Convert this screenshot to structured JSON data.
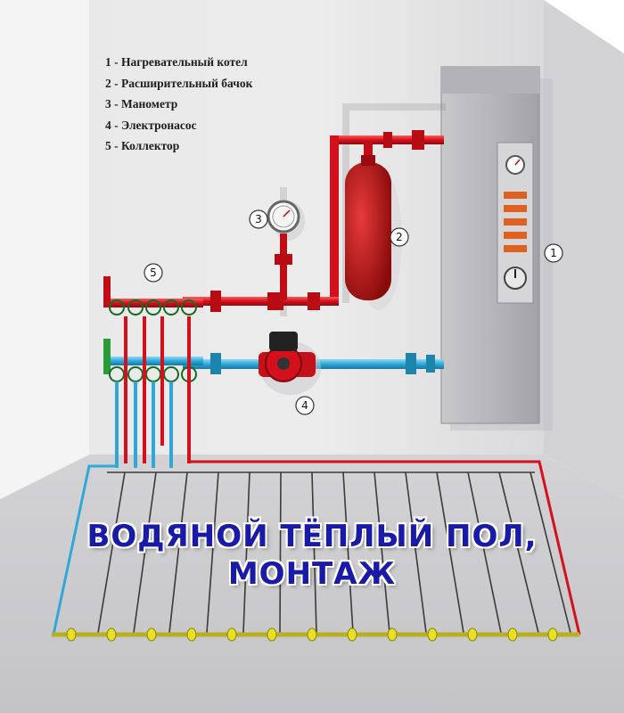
{
  "legend": [
    "1 - Нагревательный котел",
    "2 - Расширительный бачок",
    "3 - Манометр",
    "4 - Электронасос",
    "5 - Коллектор"
  ],
  "callouts": {
    "boiler": "1",
    "tank": "2",
    "gauge": "3",
    "pump": "4",
    "manifold": "5"
  },
  "title": {
    "line1": "ВОДЯНОЙ ТЁПЛЫЙ ПОЛ,",
    "line2": "МОНТАЖ"
  },
  "colors": {
    "supply_pipe": "#d4101c",
    "return_pipe": "#2fa8d8",
    "valve_green": "#2a9a3a",
    "floor_clip": "#e8e020",
    "title_text": "#1a1aa8"
  }
}
